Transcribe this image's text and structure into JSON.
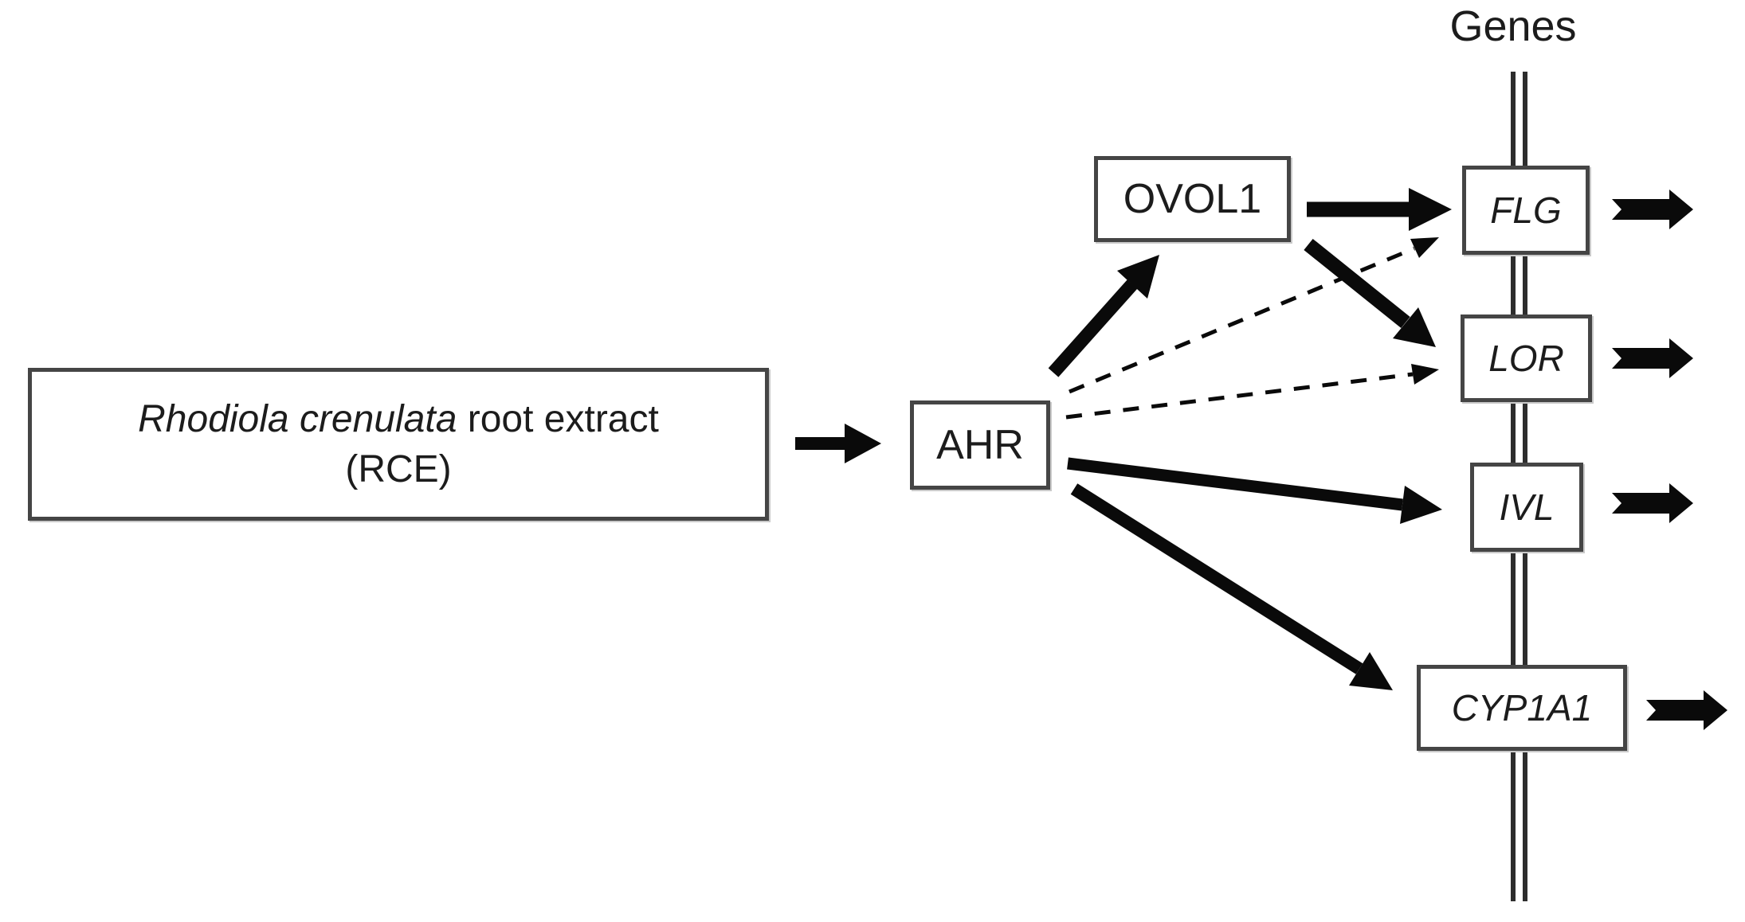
{
  "figure": {
    "title": "Genes",
    "source_box": {
      "species_italic": "Rhodiola crenulata",
      "text_regular": " root extract",
      "line2": "(RCE)"
    },
    "nodes": {
      "ahr": {
        "label": "AHR"
      },
      "ovol1": {
        "label": "OVOL1"
      }
    },
    "genes": [
      {
        "label": "FLG"
      },
      {
        "label": "LOR"
      },
      {
        "label": "IVL"
      },
      {
        "label": "CYP1A1"
      }
    ],
    "edges": [
      {
        "from": "RCE",
        "to": "AHR",
        "style": "solid"
      },
      {
        "from": "AHR",
        "to": "OVOL1",
        "style": "solid"
      },
      {
        "from": "AHR",
        "to": "FLG",
        "style": "dashed"
      },
      {
        "from": "AHR",
        "to": "LOR",
        "style": "dashed"
      },
      {
        "from": "AHR",
        "to": "IVL",
        "style": "solid"
      },
      {
        "from": "AHR",
        "to": "CYP1A1",
        "style": "solid"
      },
      {
        "from": "OVOL1",
        "to": "FLG",
        "style": "solid"
      },
      {
        "from": "OVOL1",
        "to": "LOR",
        "style": "solid"
      },
      {
        "from": "FLG",
        "to": "expression-output",
        "style": "block"
      },
      {
        "from": "LOR",
        "to": "expression-output",
        "style": "block"
      },
      {
        "from": "IVL",
        "to": "expression-output",
        "style": "block"
      },
      {
        "from": "CYP1A1",
        "to": "expression-output",
        "style": "block"
      }
    ],
    "colors": {
      "background": "#ffffff",
      "ink": "#0a0a0a",
      "box_border": "#454545",
      "dna_line": "#2d2d2d"
    }
  }
}
